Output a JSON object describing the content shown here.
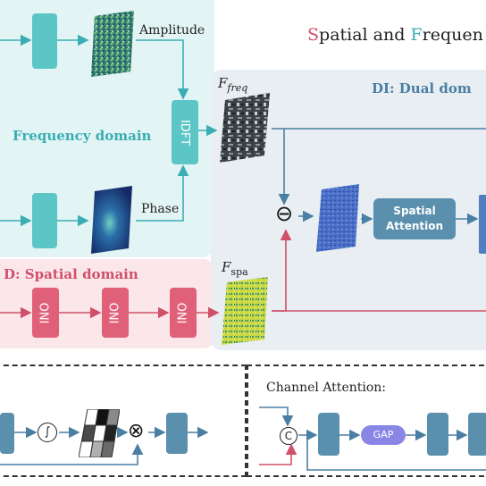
{
  "title": {
    "spatial_initial": "S",
    "spatial_rest": "patial and ",
    "freq_initial": "F",
    "freq_rest": "requen"
  },
  "labels": {
    "amplitude": "Amplitude",
    "phase": "Phase",
    "idft": "IDFT",
    "frequency_domain": "Frequency domain",
    "spatial_domain": "D:  Spatial domain",
    "dual_domain": "DI:  Dual dom",
    "f_freq_main": "F",
    "f_freq_sub": "freq",
    "f_spa_main": "F",
    "f_spa_sub": "spa",
    "spatial_attention_1": "Spatial",
    "spatial_attention_2": "Attention",
    "ino": "INO",
    "channel_attention": "Channel Attention:",
    "gap": "GAP",
    "concat": "C",
    "subtract": "⊖",
    "multiply": "⊗",
    "sigmoid": "∫"
  },
  "colors": {
    "freq_panel": "#e3f4f4",
    "spatial_panel": "#fbe7ea",
    "dual_panel": "#e8eef2",
    "teal_block": "#5cc6c6",
    "pink_block": "#e0607a",
    "slate_block": "#5a8fae",
    "gap_pill": "#8a86e6",
    "teal_text": "#3aaeb4",
    "pink_text": "#d0506a",
    "arrow_blue": "#4a7fa3",
    "arrow_pink": "#d0506a"
  }
}
